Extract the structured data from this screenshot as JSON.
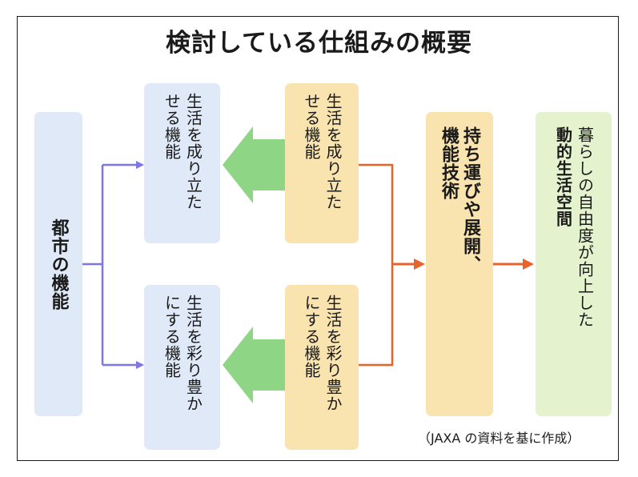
{
  "title": "検討している仕組みの概要",
  "boxes": {
    "city": {
      "lines": [
        "都市の機能"
      ]
    },
    "support_blue": {
      "lines": [
        "生活を成り立た",
        "せる機能"
      ]
    },
    "support_yellow": {
      "lines": [
        "生活を成り立た",
        "せる機能"
      ]
    },
    "enrich_blue": {
      "lines": [
        "生活を彩り豊か",
        "にする機能"
      ]
    },
    "enrich_yellow": {
      "lines": [
        "生活を彩り豊か",
        "にする機能"
      ]
    },
    "tech": {
      "lines": [
        "持ち運びや展開、",
        "機能技術"
      ]
    },
    "space": {
      "lines": [
        "暮らしの自由度が向上した",
        "動的生活空間"
      ]
    }
  },
  "credit": "（JAXA の資料を基に作成）",
  "colors": {
    "blue_box": "#dfe9f7",
    "yellow_box": "#f9e3ae",
    "green_box": "#e4f3ce",
    "blue_arrow": "#7c76e6",
    "orange_arrow": "#e8632c",
    "green_arrow": "#8fd586"
  }
}
